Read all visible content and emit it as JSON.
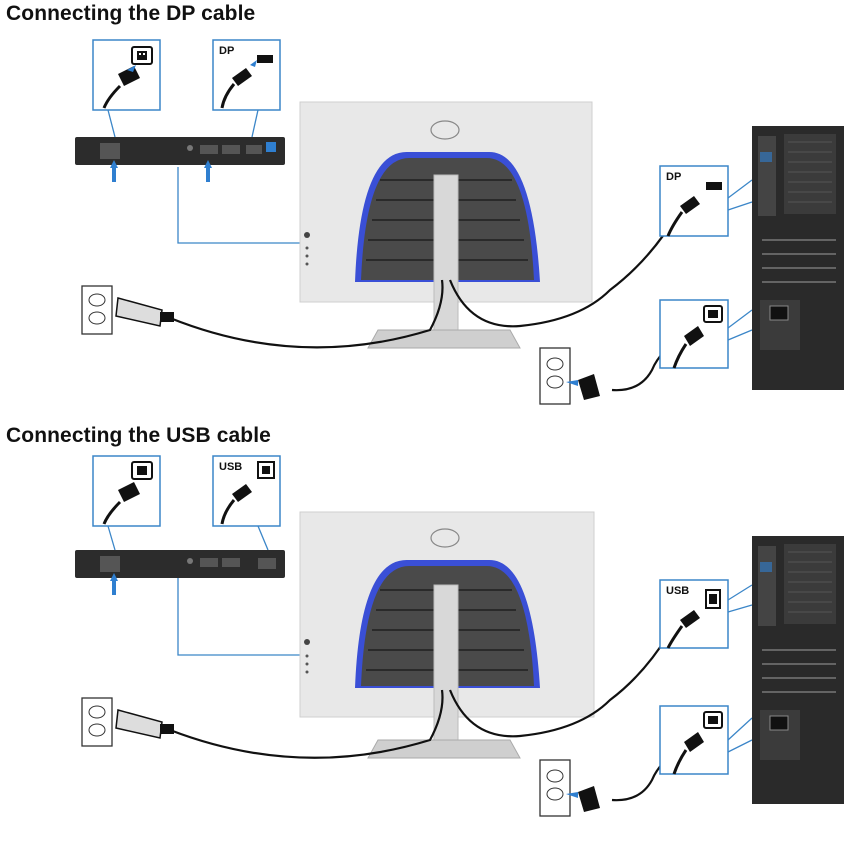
{
  "sections": [
    {
      "title": "Connecting the DP cable",
      "cable_label": "DP",
      "pc_cable_label": "DP"
    },
    {
      "title": "Connecting the USB cable",
      "cable_label": "USB",
      "pc_cable_label": "USB"
    }
  ],
  "colors": {
    "callout_line": "#3b86c8",
    "arrow": "#2f7fd0",
    "stand_accent": "#3a4fd6",
    "monitor_back": "#e8e8e8",
    "io_panel": "#2c2c2c",
    "cable": "#111111"
  },
  "icons": [
    "power-port-icon",
    "power-plug-icon",
    "dp-connector-icon",
    "usb-connector-icon",
    "wall-outlet-icon",
    "monitor-icon",
    "desktop-tower-icon",
    "arrow-up-icon",
    "dell-logo-icon"
  ]
}
